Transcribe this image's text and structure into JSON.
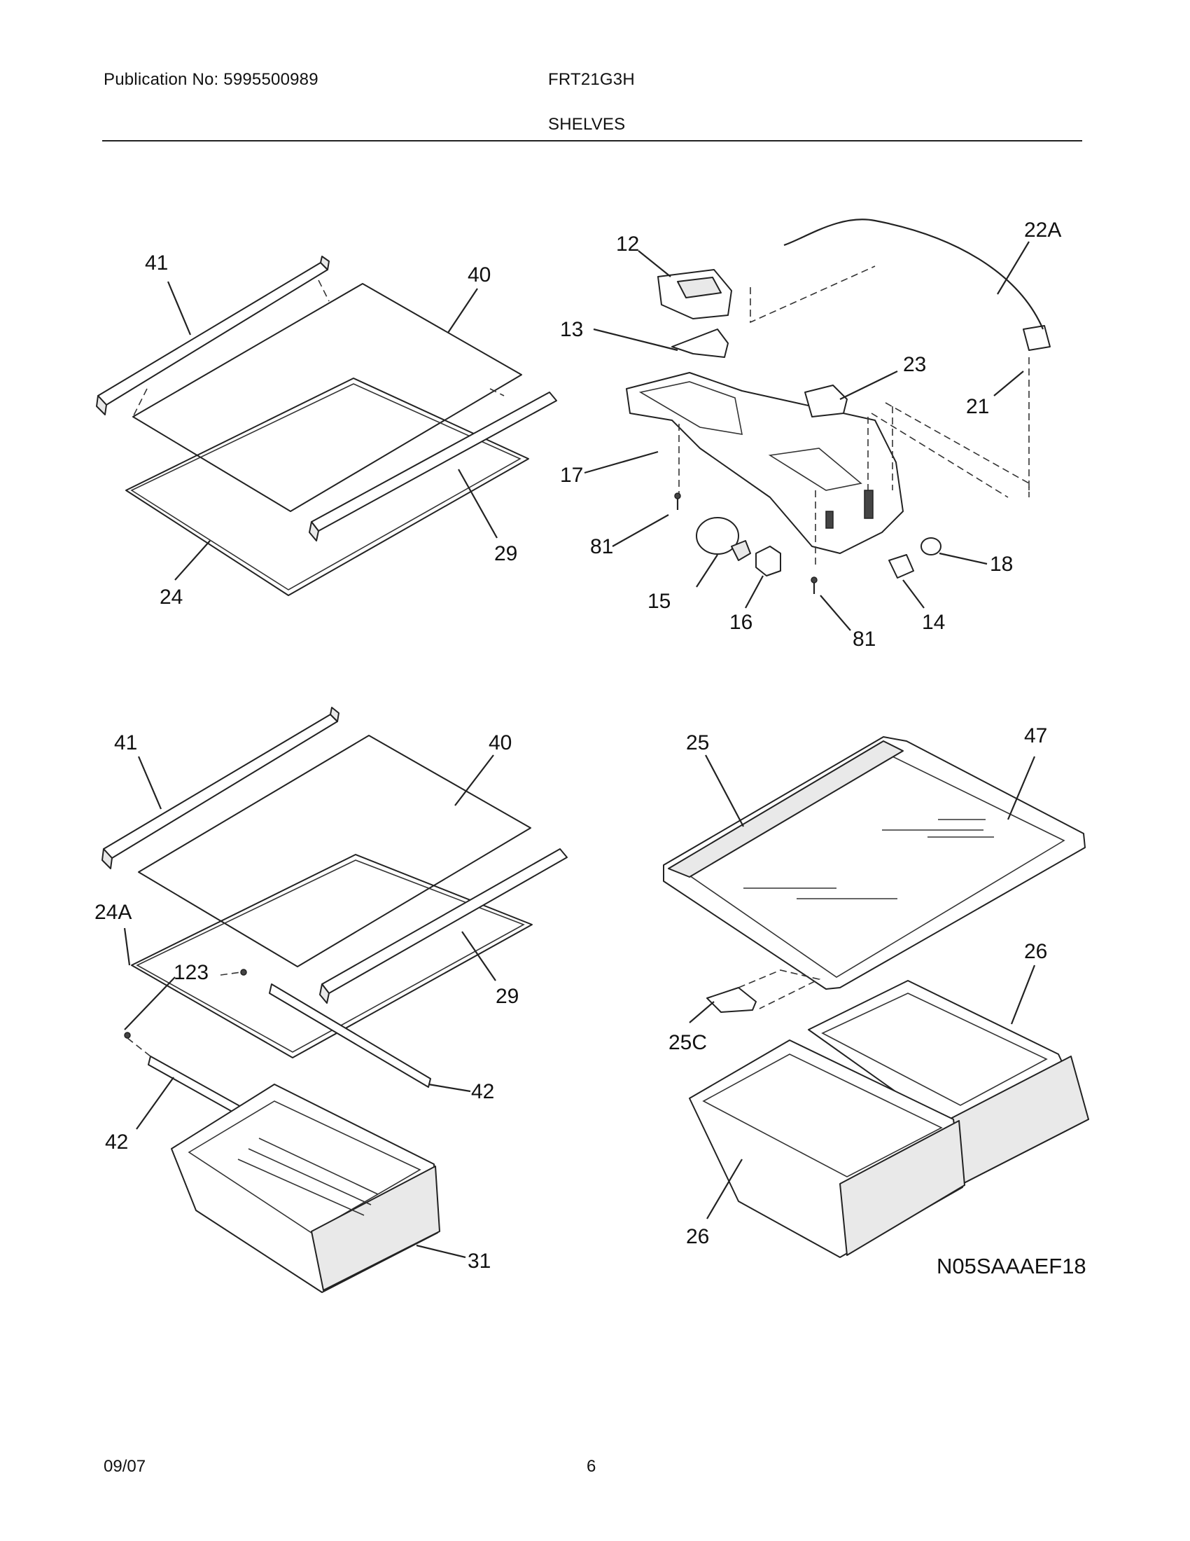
{
  "header": {
    "publication": "Publication No: 5995500989",
    "model": "FRT21G3H",
    "section_title": "SHELVES"
  },
  "diagram": {
    "code": "N05SAAAEF18",
    "callouts": {
      "tl": [
        "41",
        "40",
        "29",
        "24"
      ],
      "tr": [
        "12",
        "22A",
        "13",
        "23",
        "21",
        "17",
        "81",
        "18",
        "15",
        "16",
        "81",
        "14"
      ],
      "bl": [
        "41",
        "40",
        "24A",
        "123",
        "29",
        "42",
        "42",
        "31"
      ],
      "br": [
        "25",
        "47",
        "26",
        "25C",
        "26"
      ]
    }
  },
  "footer": {
    "date": "09/07",
    "page_number": "6"
  }
}
